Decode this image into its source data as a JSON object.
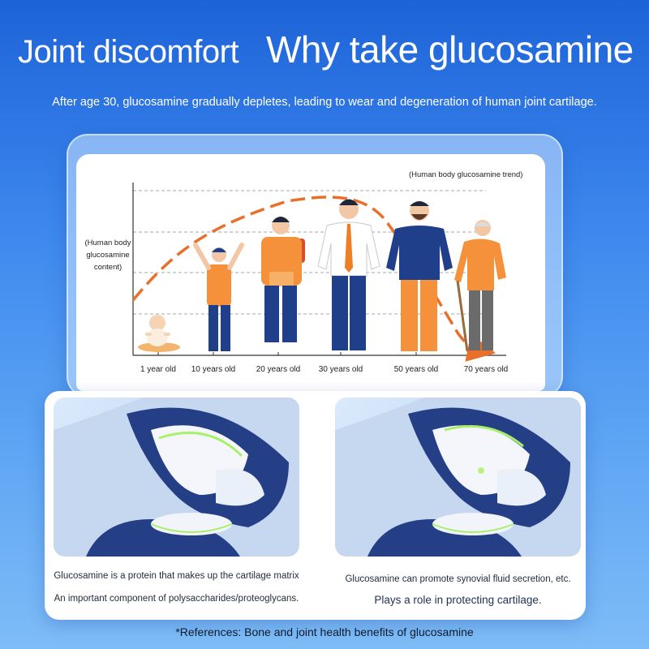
{
  "header": {
    "title_left": "Joint discomfort",
    "title_right": "Why take glucosamine",
    "subtitle": "After age 30, glucosamine gradually depletes, leading to wear and degeneration of human joint cartilage."
  },
  "chart": {
    "trend_label": "(Human body glucosamine trend)",
    "y_label_lines": [
      "(Human body",
      "glucosamine",
      "content)"
    ],
    "age_labels": [
      "1 year old",
      "10 years old",
      "20 years old",
      "30 years old",
      "50 years old",
      "70 years old"
    ],
    "colors": {
      "orange": "#f07b23",
      "navy": "#1f3f8a",
      "curve": "#e8702a"
    }
  },
  "cards": {
    "left": {
      "line1": "Glucosamine is a protein that makes up the cartilage matrix",
      "line2": "An important component of polysaccharides/proteoglycans."
    },
    "right": {
      "line1": "Glucosamine can promote synovial fluid secretion, etc.",
      "line2": "Plays a role in protecting cartilage."
    }
  },
  "footer": {
    "reference": "*References: Bone and joint health benefits of glucosamine"
  }
}
